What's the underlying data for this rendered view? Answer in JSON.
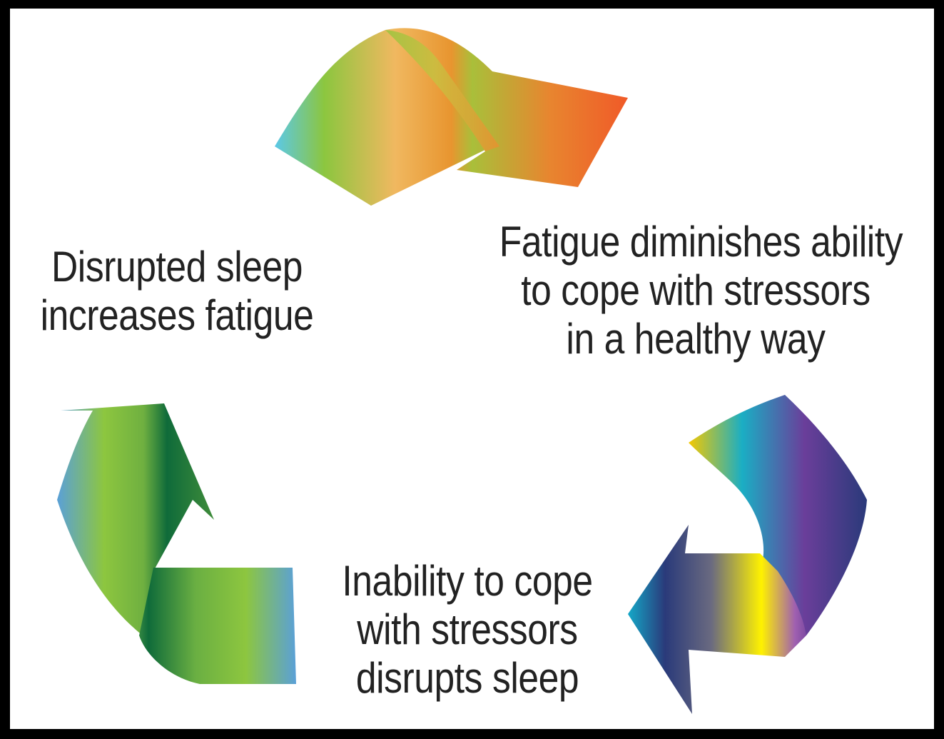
{
  "cycle": {
    "steps": [
      {
        "lines": [
          "Disrupted sleep",
          "increases fatigue"
        ]
      },
      {
        "lines": [
          "Fatigue diminishes ability",
          "to cope with stressors",
          "in a healthy way"
        ]
      },
      {
        "lines": [
          "Inability to cope",
          "with stressors",
          "disrupts sleep"
        ]
      }
    ],
    "arrows": [
      {
        "name": "top-arrow",
        "colors": [
          "#5bc8e8",
          "#8cc63f",
          "#f0b860",
          "#e8952f",
          "#f05a28"
        ]
      },
      {
        "name": "right-arrow",
        "colors": [
          "#f5c400",
          "#1aaec4",
          "#6a4ea0",
          "#2a3a7a",
          "#fff200"
        ]
      },
      {
        "name": "left-arrow",
        "colors": [
          "#5aa0d8",
          "#8dc63f",
          "#0f6b3a",
          "#7ab04a"
        ]
      }
    ]
  }
}
